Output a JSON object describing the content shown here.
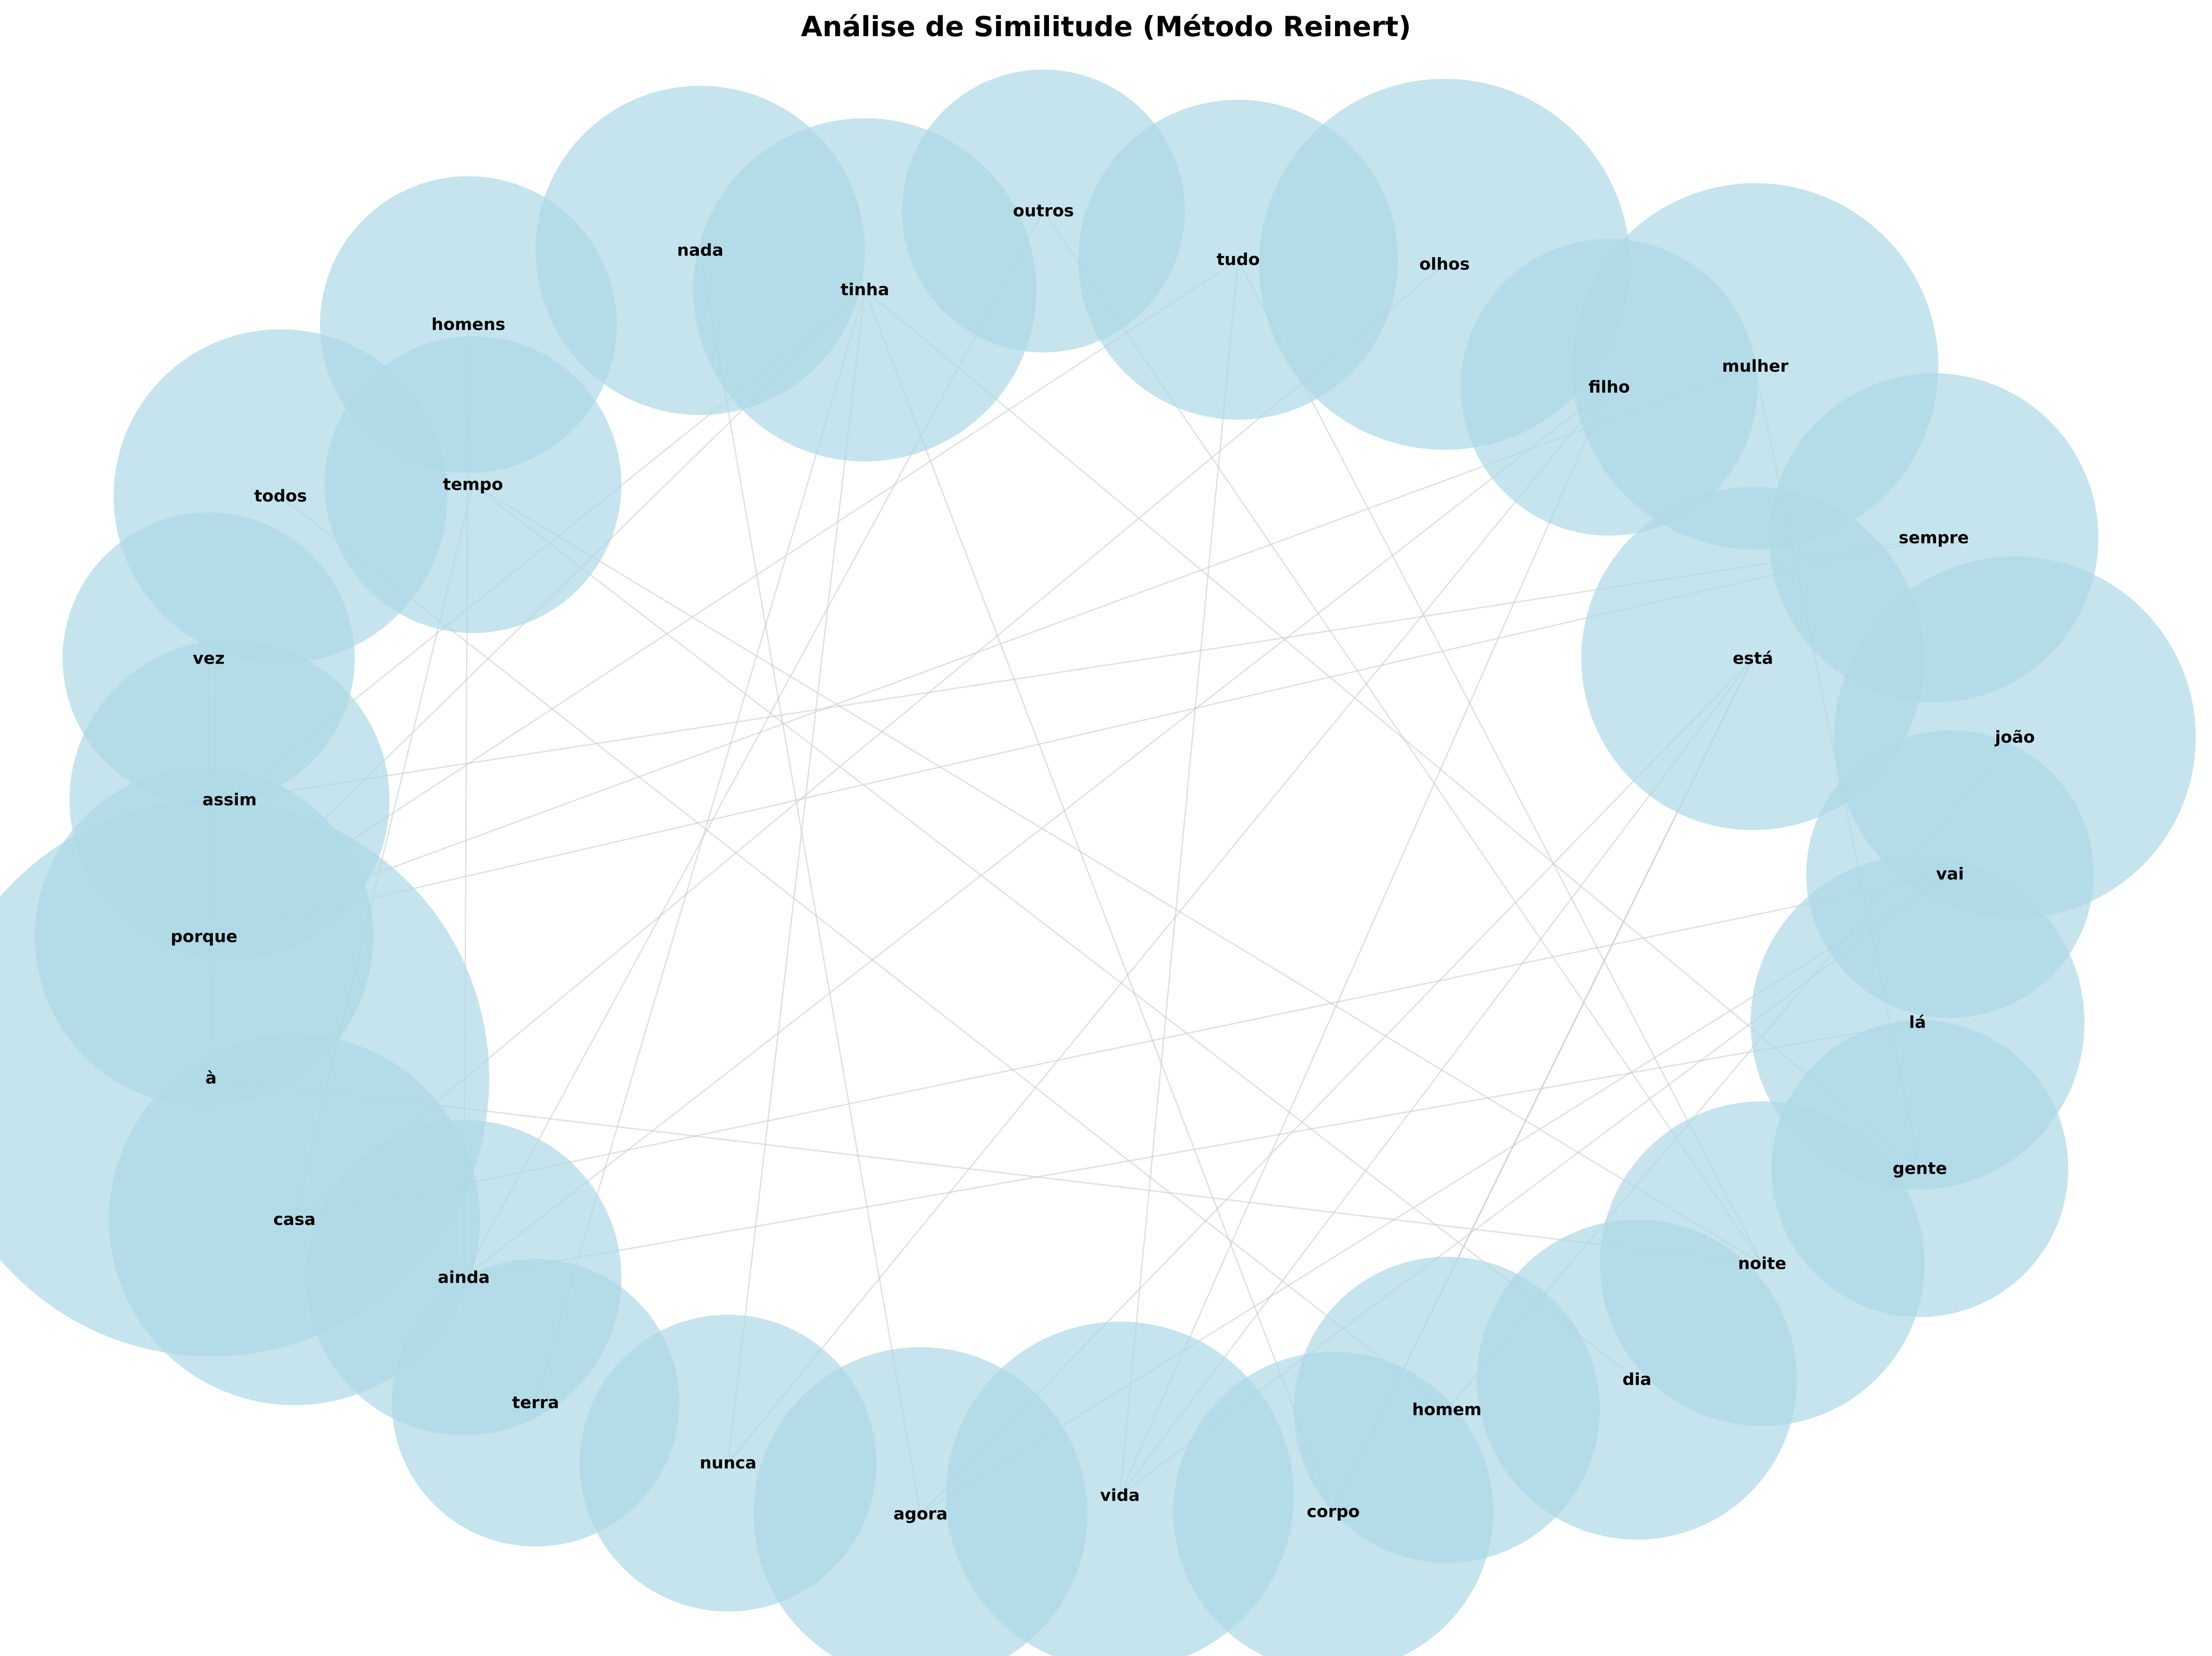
{
  "title": "Análise de Similitude (Método Reinert)",
  "colors": {
    "node": "#add8e6",
    "edge": "#c8c8c8",
    "text": "#000000",
    "background": "#ffffff"
  },
  "nodes": [
    {
      "id": "outros"
    },
    {
      "id": "tudo"
    },
    {
      "id": "olhos"
    },
    {
      "id": "filho"
    },
    {
      "id": "mulher"
    },
    {
      "id": "sempre"
    },
    {
      "id": "está"
    },
    {
      "id": "joão"
    },
    {
      "id": "vai"
    },
    {
      "id": "lá"
    },
    {
      "id": "gente"
    },
    {
      "id": "noite"
    },
    {
      "id": "dia"
    },
    {
      "id": "homem"
    },
    {
      "id": "corpo"
    },
    {
      "id": "vida"
    },
    {
      "id": "agora"
    },
    {
      "id": "nunca"
    },
    {
      "id": "terra"
    },
    {
      "id": "ainda"
    },
    {
      "id": "casa"
    },
    {
      "id": "à"
    },
    {
      "id": "porque"
    },
    {
      "id": "assim"
    },
    {
      "id": "vez"
    },
    {
      "id": "todos"
    },
    {
      "id": "tempo"
    },
    {
      "id": "homens"
    },
    {
      "id": "nada"
    },
    {
      "id": "tinha"
    }
  ],
  "edges": [
    [
      "outros",
      "noite"
    ],
    [
      "outros",
      "ainda"
    ],
    [
      "tudo",
      "porque"
    ],
    [
      "tudo",
      "noite"
    ],
    [
      "olhos",
      "casa"
    ],
    [
      "filho",
      "nunca"
    ],
    [
      "filho",
      "ainda"
    ],
    [
      "mulher",
      "porque"
    ],
    [
      "mulher",
      "gente"
    ],
    [
      "sempre",
      "assim"
    ],
    [
      "sempre",
      "porque"
    ],
    [
      "está",
      "agora"
    ],
    [
      "está",
      "vida"
    ],
    [
      "está",
      "corpo"
    ],
    [
      "vai",
      "casa"
    ],
    [
      "vai",
      "vida"
    ],
    [
      "lá",
      "ainda"
    ],
    [
      "gente",
      "tinha"
    ],
    [
      "noite",
      "tempo"
    ],
    [
      "noite",
      "à"
    ],
    [
      "dia",
      "tempo"
    ],
    [
      "homem",
      "todos"
    ],
    [
      "corpo",
      "tinha"
    ],
    [
      "vida",
      "tudo"
    ],
    [
      "nunca",
      "tinha"
    ],
    [
      "terra",
      "tinha"
    ],
    [
      "ainda",
      "homens"
    ],
    [
      "à",
      "vez"
    ],
    [
      "casa",
      "tempo"
    ],
    [
      "porque",
      "tinha"
    ],
    [
      "assim",
      "tinha"
    ],
    [
      "agora",
      "nada"
    ],
    [
      "vida",
      "filho"
    ],
    [
      "corpo",
      "está"
    ],
    [
      "homem",
      "joão"
    ],
    [
      "agora",
      "vai"
    ]
  ]
}
